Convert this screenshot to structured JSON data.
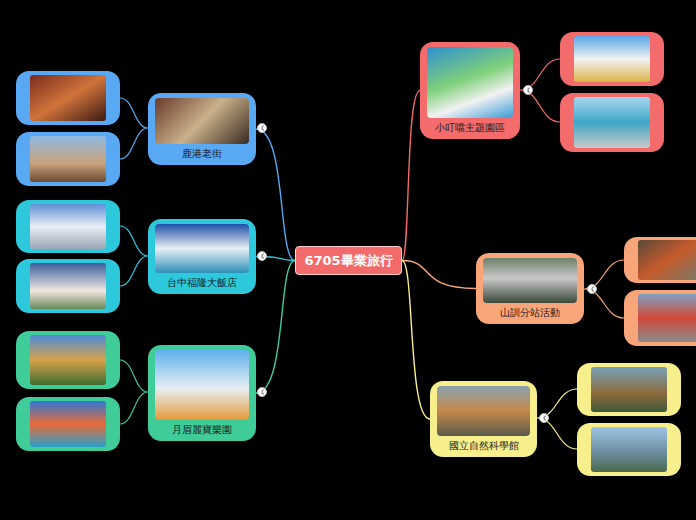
{
  "diagram": {
    "title": "6705畢業旅行",
    "nodes": [
      {
        "text": [
          "6705畢業旅行"
        ]
      },
      {
        "text": [
          "小叮噹主題園區"
        ]
      },
      {
        "text": [
          "山訓分站活動"
        ]
      },
      {
        "text": [
          "國立自然科學館"
        ]
      },
      {
        "text": [
          "鹿港老街"
        ]
      },
      {
        "text": [
          "台中福隆大飯店"
        ]
      },
      {
        "text": [
          "月眉麗寶樂園"
        ]
      }
    ],
    "edges": [
      {
        "from": 0,
        "to": 1,
        "arrow": "none"
      },
      {
        "from": 0,
        "to": 2,
        "arrow": "none"
      },
      {
        "from": 0,
        "to": 3,
        "arrow": "none"
      },
      {
        "from": 0,
        "to": 4,
        "arrow": "none"
      },
      {
        "from": 0,
        "to": 5,
        "arrow": "none"
      },
      {
        "from": 0,
        "to": 6,
        "arrow": "none"
      }
    ]
  }
}
